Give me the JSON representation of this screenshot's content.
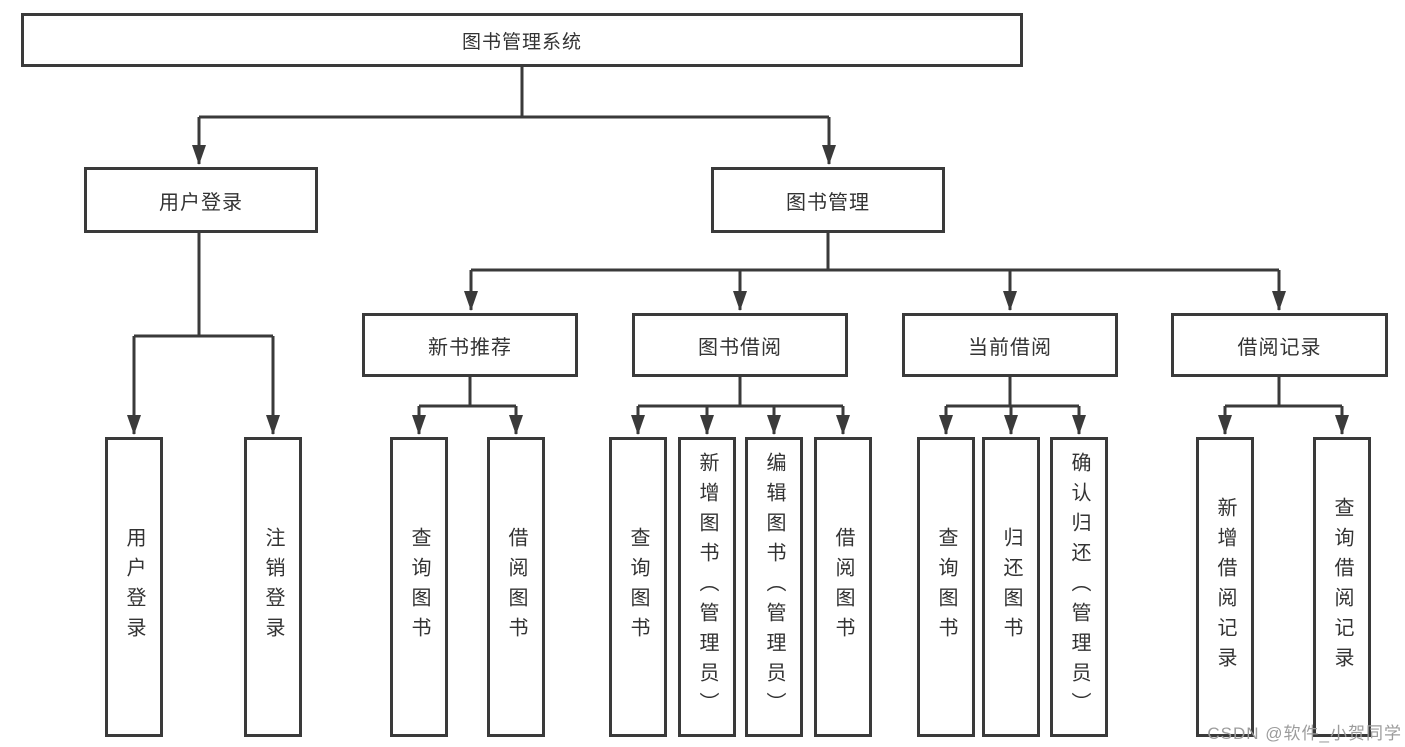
{
  "colors": {
    "line": "#3a3a3a",
    "box_border": "#3a3a3a",
    "text": "#333333",
    "background": "#ffffff",
    "watermark": "#9c9c9c"
  },
  "tree": {
    "root": {
      "label": "图书管理系统"
    },
    "branches": [
      {
        "label": "用户登录",
        "children": [
          {
            "label": "用户登录"
          },
          {
            "label": "注销登录"
          }
        ]
      },
      {
        "label": "图书管理",
        "children": [
          {
            "label": "新书推荐",
            "children": [
              {
                "label": "查询图书"
              },
              {
                "label": "借阅图书"
              }
            ]
          },
          {
            "label": "图书借阅",
            "children": [
              {
                "label": "查询图书"
              },
              {
                "label": "新增图书（管理员）"
              },
              {
                "label": "编辑图书（管理员）"
              },
              {
                "label": "借阅图书"
              }
            ]
          },
          {
            "label": "当前借阅",
            "children": [
              {
                "label": "查询图书"
              },
              {
                "label": "归还图书"
              },
              {
                "label": "确认归还（管理员）"
              }
            ]
          },
          {
            "label": "借阅记录",
            "children": [
              {
                "label": "新增借阅记录"
              },
              {
                "label": "查询借阅记录"
              }
            ]
          }
        ]
      }
    ]
  },
  "watermark": {
    "text": "CSDN @软件_小贺同学"
  }
}
